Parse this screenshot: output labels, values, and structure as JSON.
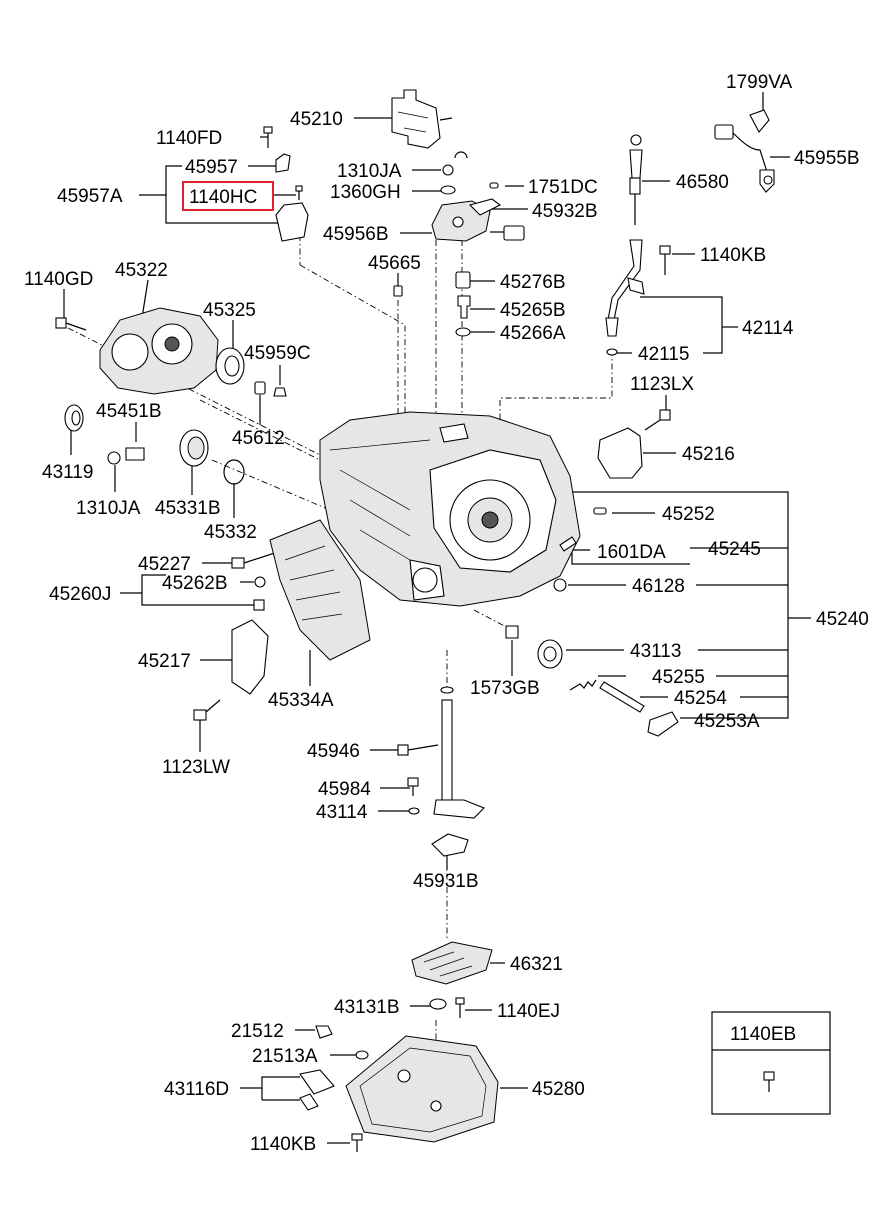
{
  "diagram": {
    "highlight_color": "#e0202a",
    "labels": {
      "p1799va": "1799VA",
      "p45955b": "45955B",
      "p45210": "45210",
      "p1140fd": "1140FD",
      "p45957": "45957",
      "p45957a": "45957A",
      "p1140hc": "1140HC",
      "p1310ja_top": "1310JA",
      "p1360gh": "1360GH",
      "p1751dc": "1751DC",
      "p46580": "46580",
      "p45932b": "45932B",
      "p45956b": "45956B",
      "p1140kb_top": "1140KB",
      "p1140gd": "1140GD",
      "p45322": "45322",
      "p45665": "45665",
      "p45276b": "45276B",
      "p45325": "45325",
      "p45265b": "45265B",
      "p45266a": "45266A",
      "p42114": "42114",
      "p45959c": "45959C",
      "p42115": "42115",
      "p1123lx": "1123LX",
      "p45451b": "45451B",
      "p45612": "45612",
      "p45216": "45216",
      "p43119": "43119",
      "p1310ja_left": "1310JA",
      "p45331b": "45331B",
      "p45252": "45252",
      "p45332": "45332",
      "p45245": "45245",
      "p1601da": "1601DA",
      "p45227": "45227",
      "p46128": "46128",
      "p45262b": "45262B",
      "p45260j": "45260J",
      "p45240": "45240",
      "p43113": "43113",
      "p45217": "45217",
      "p45255": "45255",
      "p1573gb": "1573GB",
      "p45254": "45254",
      "p45334a": "45334A",
      "p45253a": "45253A",
      "p45946": "45946",
      "p1123lw": "1123LW",
      "p45984": "45984",
      "p43114": "43114",
      "p45931b": "45931B",
      "p46321": "46321",
      "p43131b": "43131B",
      "p1140ej": "1140EJ",
      "p21512": "21512",
      "p21513a": "21513A",
      "p45280": "45280",
      "p43116d": "43116D",
      "p1140kb_bottom": "1140KB",
      "p1140eb": "1140EB"
    }
  }
}
